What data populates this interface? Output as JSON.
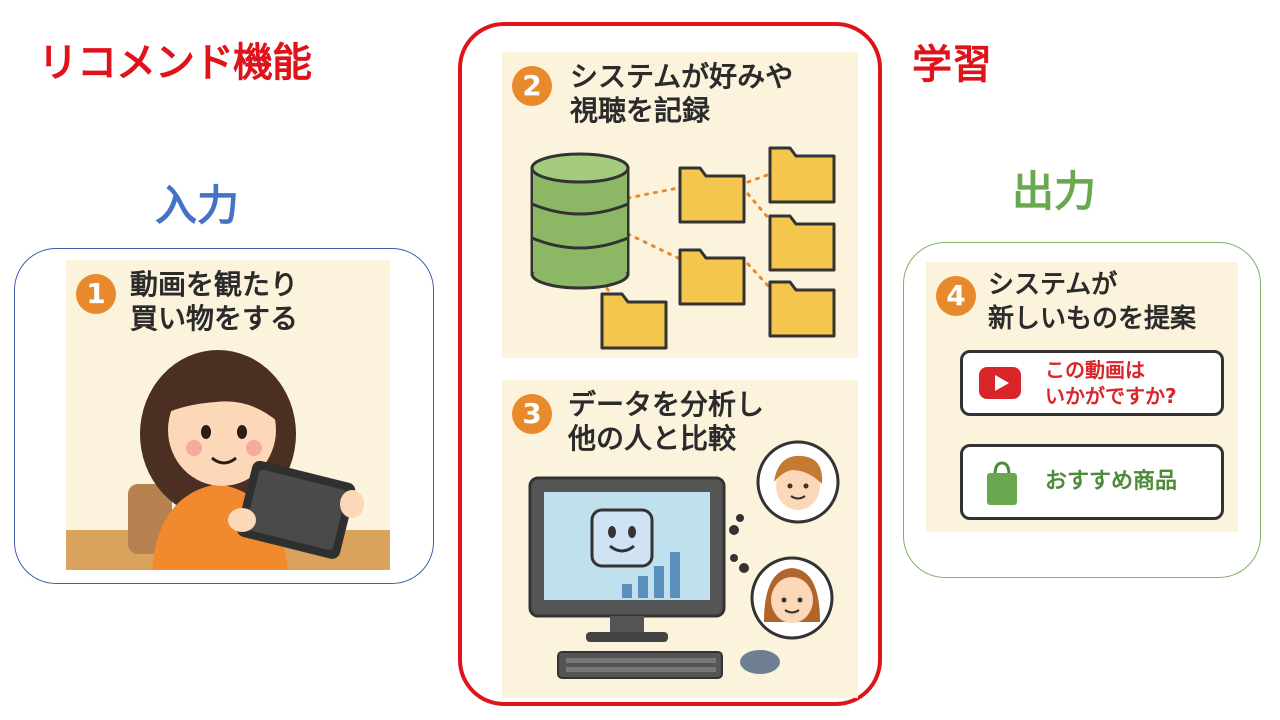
{
  "title": "リコメンド機能",
  "learning_label": "学習",
  "input_label": "入力",
  "output_label": "出力",
  "steps": [
    {
      "number": "1",
      "caption": "動画を観たり\n買い物をする"
    },
    {
      "number": "2",
      "caption": "システムが好みや\n視聴を記録"
    },
    {
      "number": "3",
      "caption": "データを分析し\n他の人と比較"
    },
    {
      "number": "4",
      "caption": "システムが\n新しいものを提案"
    }
  ],
  "recommendations": [
    {
      "text": "この動画は\nいかがですか?",
      "icon": "video-play-icon",
      "color": "#d9252a"
    },
    {
      "text": "おすすめ商品",
      "icon": "shopping-bag-icon",
      "color": "#4f8a3a"
    }
  ],
  "colors": {
    "accent_red": "#e0131a",
    "input_blue": "#4472c4",
    "output_green": "#6aa84f",
    "step_badge": "#e8892b",
    "panel_bg": "#fcf3dd",
    "database_green": "#8cb865",
    "folder_yellow": "#f4c64e"
  }
}
